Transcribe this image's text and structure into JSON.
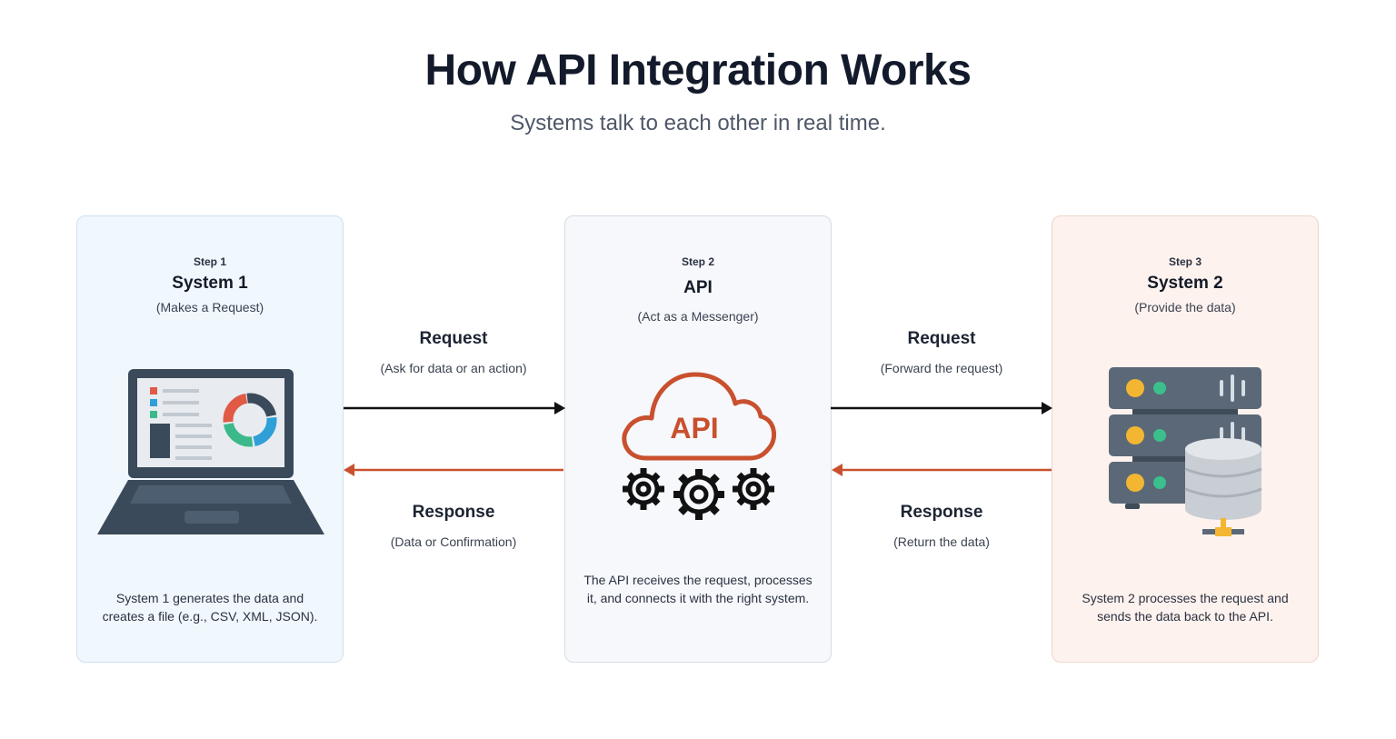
{
  "header": {
    "title": "How API Integration Works",
    "subtitle": "Systems talk to each other in real time."
  },
  "cards": [
    {
      "step": "Step 1",
      "name": "System 1",
      "role": "(Makes a Request)",
      "description": "System 1 generates the data and creates a file (e.g., CSV, XML, JSON).",
      "icon": "laptop-dashboard-icon"
    },
    {
      "step": "Step 2",
      "name": "API",
      "role": "(Act as a Messenger)",
      "description": "The API receives the request, processes it, and connects it with the right system.",
      "icon": "api-cloud-gears-icon",
      "cloud_text": "API"
    },
    {
      "step": "Step 3",
      "name": "System 2",
      "role": "(Provide the data)",
      "description": "System 2 processes the request and sends the data back to the API.",
      "icon": "server-database-icon"
    }
  ],
  "flows": {
    "left": {
      "request_label": "Request",
      "request_sub": "(Ask for data or an action)",
      "response_label": "Response",
      "response_sub": "(Data or Confirmation)"
    },
    "right": {
      "request_label": "Request",
      "request_sub": "(Forward the request)",
      "response_label": "Response",
      "response_sub": "(Return the data)"
    }
  },
  "colors": {
    "request_arrow": "#111111",
    "response_arrow": "#c9502e",
    "api_cloud": "#c9502e",
    "card1_bg": "#f0f7fd",
    "card2_bg": "#f6f8fc",
    "card3_bg": "#fdf2ee"
  }
}
